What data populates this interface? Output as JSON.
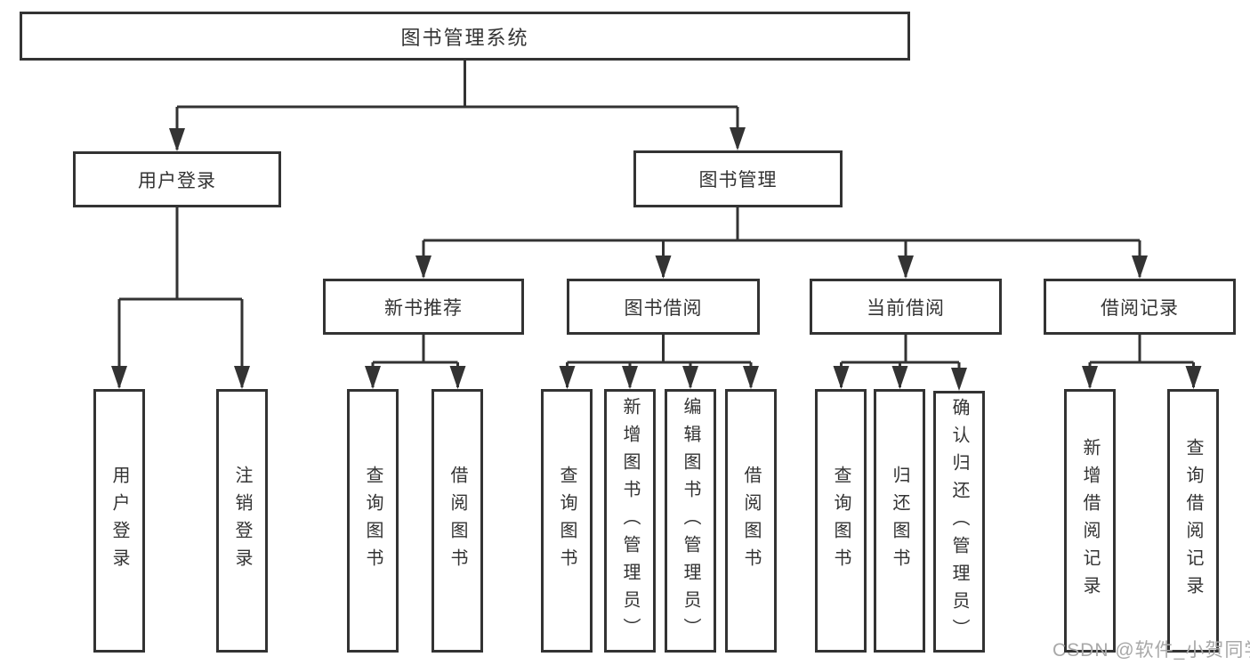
{
  "tree": {
    "label": "图书管理系统",
    "children": [
      {
        "label": "用户登录",
        "children": [
          {
            "label": "用户登录"
          },
          {
            "label": "注销登录"
          }
        ]
      },
      {
        "label": "图书管理",
        "children": [
          {
            "label": "新书推荐",
            "children": [
              {
                "label": "查询图书"
              },
              {
                "label": "借阅图书"
              }
            ]
          },
          {
            "label": "图书借阅",
            "children": [
              {
                "label": "查询图书"
              },
              {
                "label": "新增图书（管理员）"
              },
              {
                "label": "编辑图书（管理员）"
              },
              {
                "label": "借阅图书"
              }
            ]
          },
          {
            "label": "当前借阅",
            "children": [
              {
                "label": "查询图书"
              },
              {
                "label": "归还图书"
              },
              {
                "label": "确认归还（管理员）"
              }
            ]
          },
          {
            "label": "借阅记录",
            "children": [
              {
                "label": "新增借阅记录"
              },
              {
                "label": "查询借阅记录"
              }
            ]
          }
        ]
      }
    ]
  },
  "watermark": {
    "text": "CSDN @软件_小贺同学",
    "color": "#a8a8a8"
  },
  "style": {
    "line_color": "#333333",
    "border_color": "#333333",
    "background_color": "#ffffff",
    "text_color": "#333333"
  }
}
